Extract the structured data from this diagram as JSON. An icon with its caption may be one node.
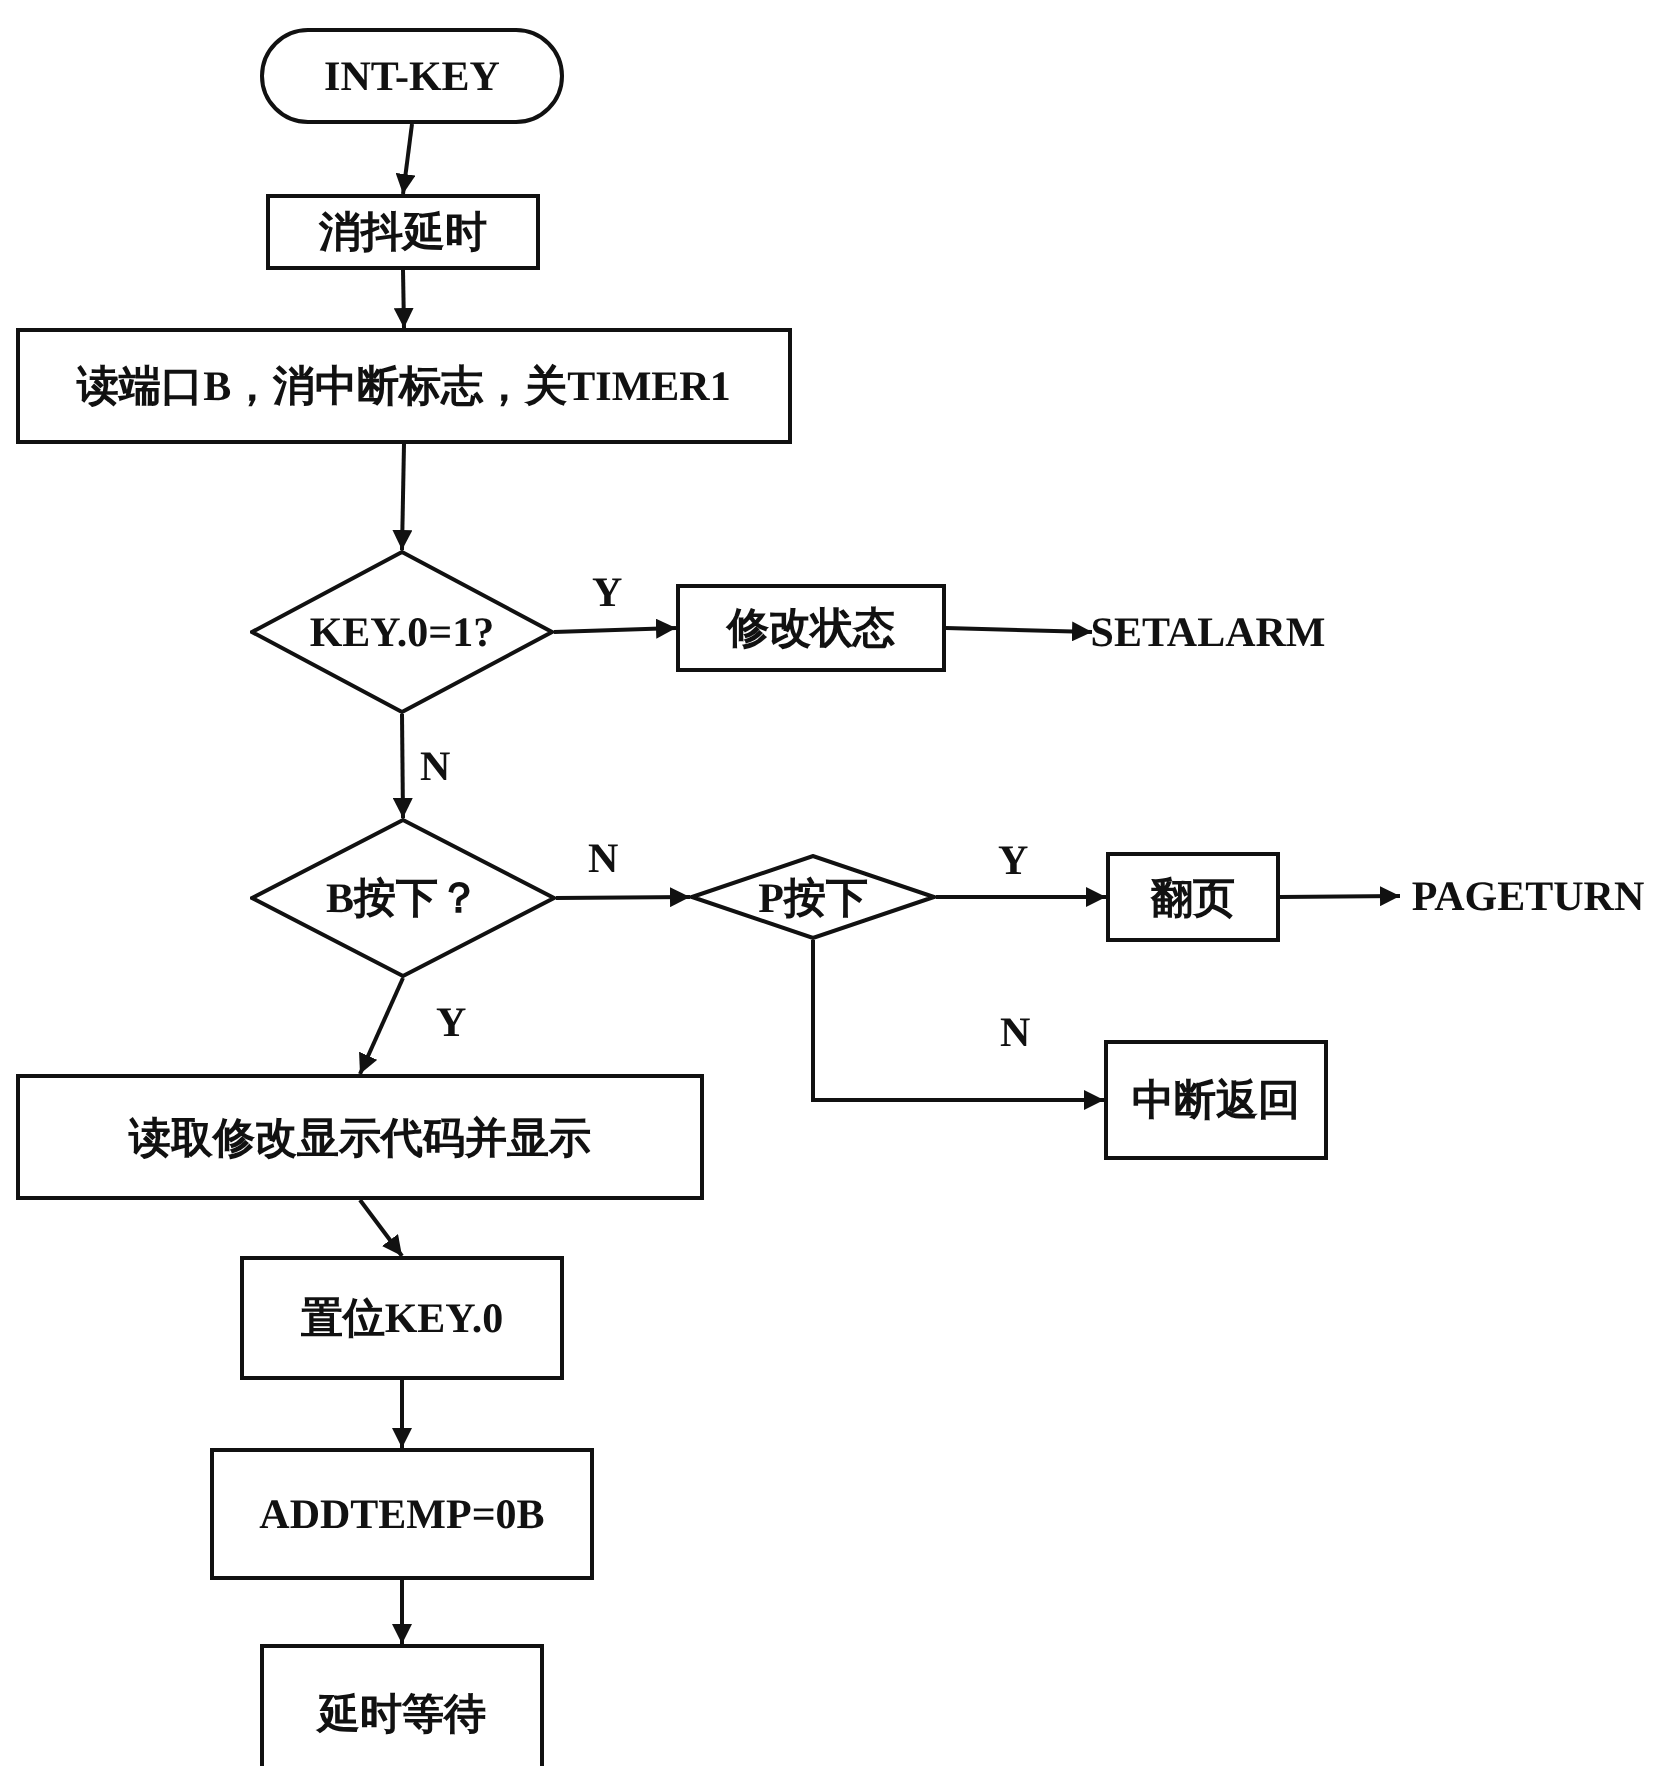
{
  "diagram": {
    "nodes": [
      {
        "text": [
          "INT-KEY"
        ]
      },
      {
        "text": [
          "消抖延时"
        ]
      },
      {
        "text": [
          "读端口B，消中断标志，关TIMER1"
        ]
      },
      {
        "text": [
          "KEY.0=1?"
        ]
      },
      {
        "text": [
          "修改状态"
        ]
      },
      {
        "text": [
          "SETALARM"
        ]
      },
      {
        "text": [
          "B按下？"
        ]
      },
      {
        "text": [
          "P按下"
        ]
      },
      {
        "text": [
          "翻页"
        ]
      },
      {
        "text": [
          "PAGETURN"
        ]
      },
      {
        "text": [
          "中断返回"
        ]
      },
      {
        "text": [
          "读取修改显示代码并显示"
        ]
      },
      {
        "text": [
          "置位KEY.0"
        ]
      },
      {
        "text": [
          "ADDTEMP=0B"
        ]
      },
      {
        "text": [
          "延时等待"
        ]
      }
    ],
    "edges": [
      {
        "from": 0,
        "to": 1,
        "arrow": "to"
      },
      {
        "from": 1,
        "to": 2,
        "arrow": "to"
      },
      {
        "from": 2,
        "to": 3,
        "arrow": "to"
      },
      {
        "from": 3,
        "to": 4,
        "arrow": "to",
        "label": "Y"
      },
      {
        "from": 4,
        "to": 5,
        "arrow": "to"
      },
      {
        "from": 3,
        "to": 6,
        "arrow": "to",
        "label": "N"
      },
      {
        "from": 6,
        "to": 7,
        "arrow": "to",
        "label": "N"
      },
      {
        "from": 7,
        "to": 8,
        "arrow": "to",
        "label": "Y"
      },
      {
        "from": 8,
        "to": 9,
        "arrow": "to"
      },
      {
        "from": 7,
        "to": 10,
        "arrow": "to",
        "label": "N"
      },
      {
        "from": 6,
        "to": 11,
        "arrow": "to",
        "label": "Y"
      },
      {
        "from": 11,
        "to": 12,
        "arrow": "to"
      },
      {
        "from": 12,
        "to": 13,
        "arrow": "to"
      },
      {
        "from": 13,
        "to": 14,
        "arrow": "to"
      }
    ]
  }
}
